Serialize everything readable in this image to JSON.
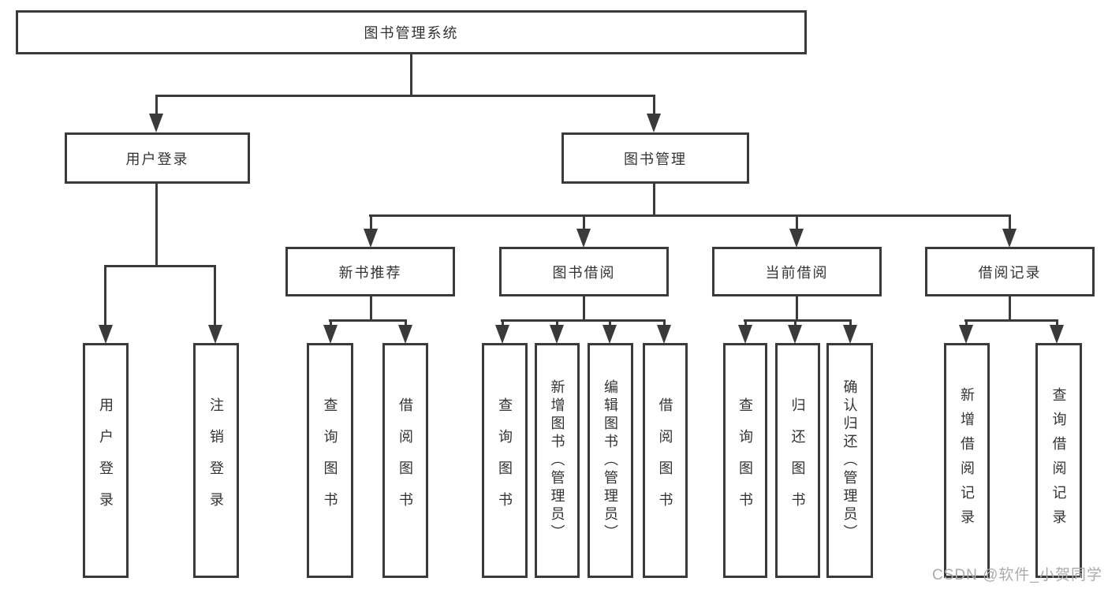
{
  "diagram": {
    "root": {
      "label": "图书管理系统"
    },
    "level2": [
      {
        "label": "用户登录"
      },
      {
        "label": "图书管理"
      }
    ],
    "level3": [
      {
        "label": "新书推荐"
      },
      {
        "label": "图书借阅"
      },
      {
        "label": "当前借阅"
      },
      {
        "label": "借阅记录"
      }
    ],
    "leaves": [
      {
        "label": "用户登录"
      },
      {
        "label": "注销登录"
      },
      {
        "label": "查询图书"
      },
      {
        "label": "借阅图书"
      },
      {
        "label": "查询图书"
      },
      {
        "label": "新增图书（管理员）"
      },
      {
        "label": "编辑图书（管理员）"
      },
      {
        "label": "借阅图书"
      },
      {
        "label": "查询图书"
      },
      {
        "label": "归还图书"
      },
      {
        "label": "确认归还（管理员）"
      },
      {
        "label": "新增借阅记录"
      },
      {
        "label": "查询借阅记录"
      }
    ]
  },
  "watermark": {
    "text": "CSDN @软件_小贺同学"
  },
  "colors": {
    "line": "#3a3a3a",
    "text": "#333333",
    "background": "#ffffff",
    "watermark": "#ababab"
  }
}
